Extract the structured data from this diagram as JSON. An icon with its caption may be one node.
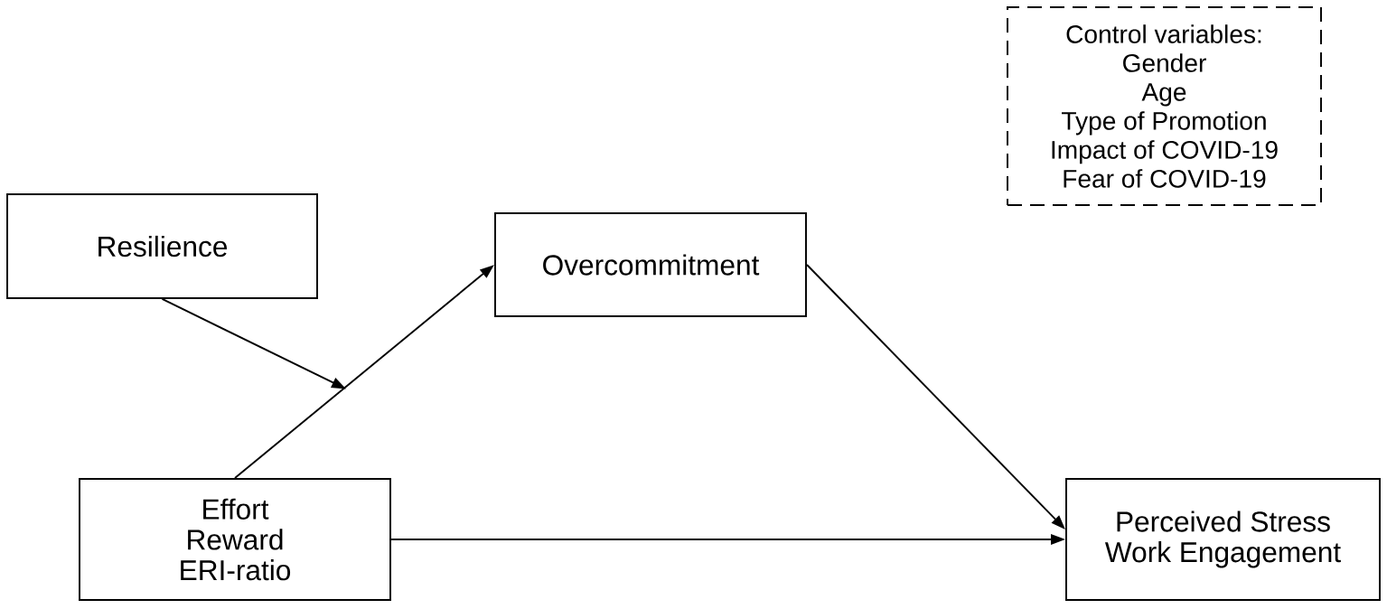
{
  "diagram": {
    "nodes": [
      {
        "text": [
          "Control variables:",
          "Gender",
          "Age",
          "Type of Promotion",
          "Impact of COVID-19",
          "Fear of COVID-19"
        ]
      },
      {
        "text": [
          "Resilience"
        ]
      },
      {
        "text": [
          "Overcommitment"
        ]
      },
      {
        "text": [
          "Effort",
          "Reward",
          "ERI-ratio"
        ]
      },
      {
        "text": [
          "Perceived Stress",
          "Work Engagement"
        ]
      }
    ],
    "edges": [
      {
        "from": 3,
        "to": 2,
        "arrow": "to"
      },
      {
        "from": 1,
        "to": null,
        "arrow": "to"
      },
      {
        "from": 2,
        "to": 4,
        "arrow": "to"
      },
      {
        "from": 3,
        "to": 4,
        "arrow": "to"
      }
    ]
  }
}
